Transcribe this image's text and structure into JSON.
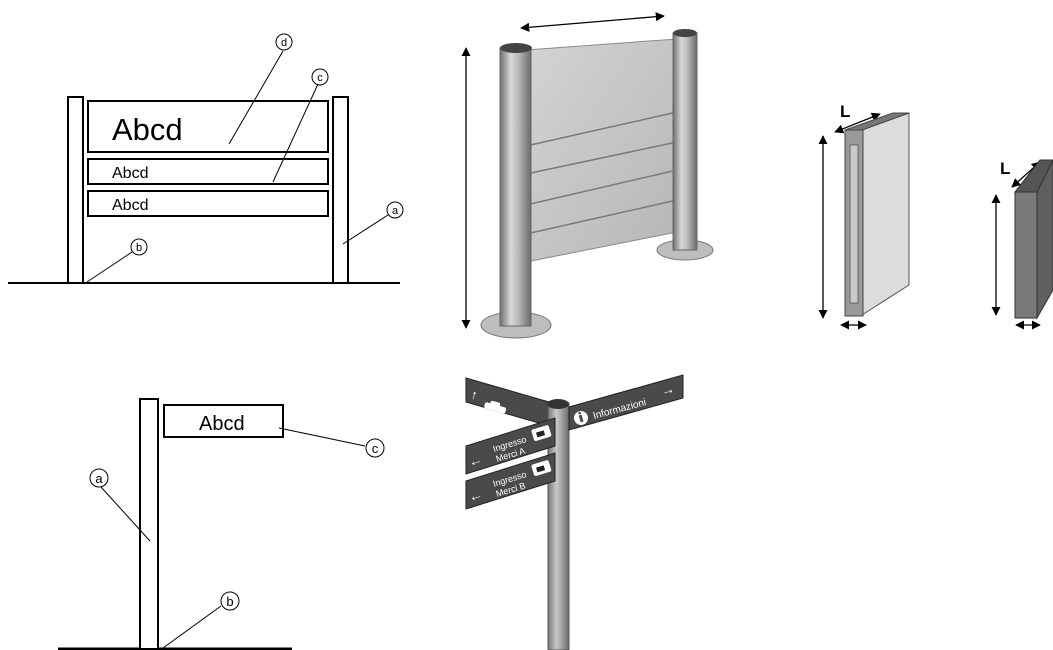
{
  "diagram1": {
    "panel_large": "Abcd",
    "panel_small_1": "Abcd",
    "panel_small_2": "Abcd",
    "callout_a": "a",
    "callout_b": "b",
    "callout_c": "c",
    "callout_d": "d"
  },
  "diagram2": {
    "panel": "Abcd",
    "callout_a": "a",
    "callout_b": "b",
    "callout_c": "c"
  },
  "profile_small": {
    "length_label": "L"
  },
  "profile_large": {
    "length_label": "L"
  },
  "signpost": {
    "sign_right": "Informazioni",
    "sign_left_1_line1": "Ingresso",
    "sign_left_1_line2": "Merci A",
    "sign_left_2_line1": "Ingresso",
    "sign_left_2_line2": "Merci B",
    "info_icon": "info-icon",
    "car_icon": "car-icon",
    "truck_icon": "truck-icon"
  },
  "colors": {
    "sign_panel": "#4a4a4a",
    "post": "#9a9a9a",
    "panel_face": "#c6c6c6",
    "line": "#000000"
  }
}
